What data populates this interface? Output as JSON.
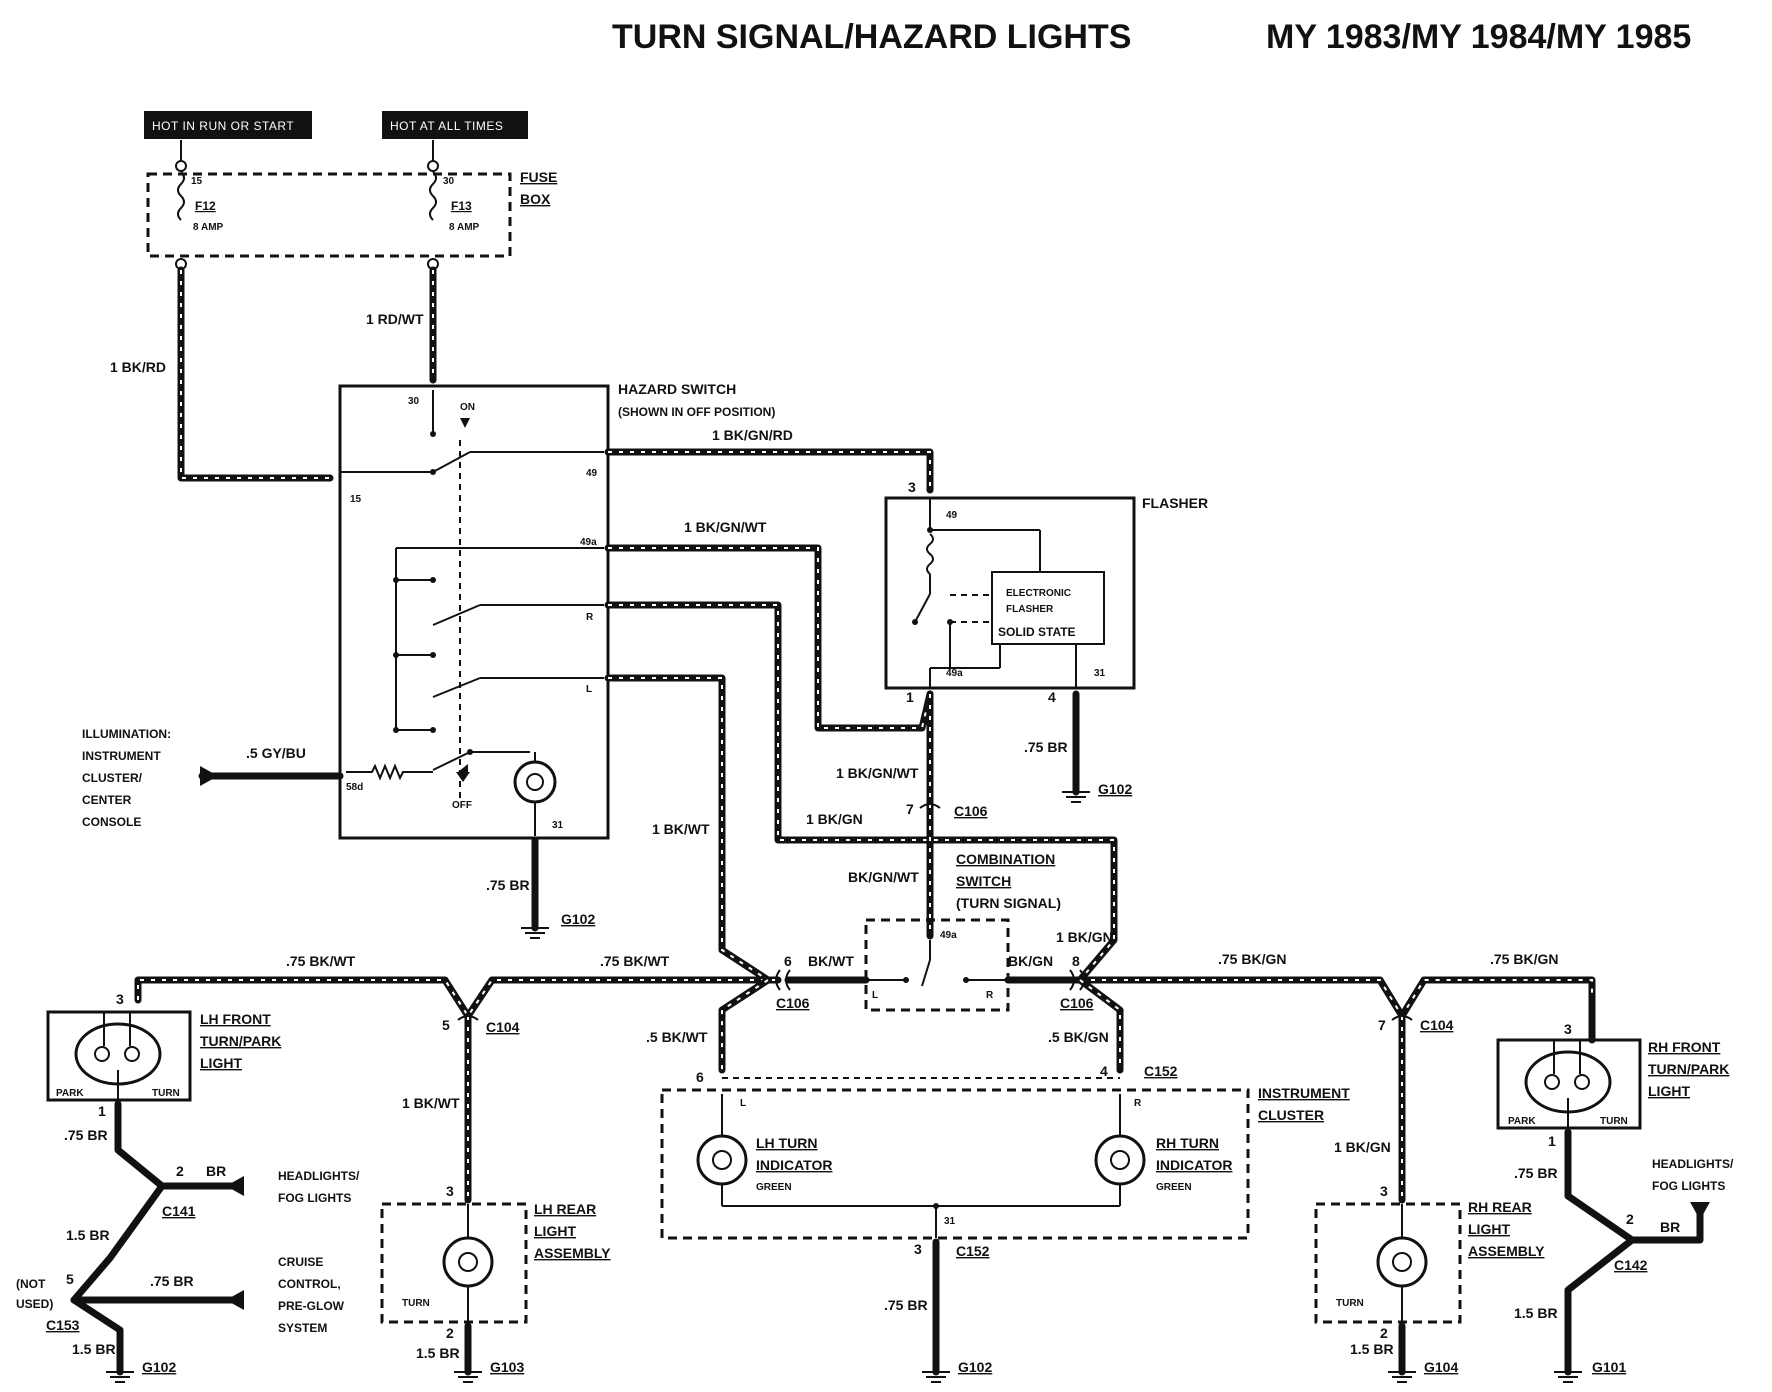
{
  "title": "TURN SIGNAL/HAZARD LIGHTS",
  "model_years": "MY 1983/MY 1984/MY 1985",
  "power": {
    "hot_run": "HOT IN RUN OR START",
    "hot_always": "HOT AT ALL TIMES"
  },
  "fuse_box": {
    "label": [
      "FUSE",
      "BOX"
    ],
    "fuses": [
      {
        "term": "15",
        "name": "F12",
        "rating": "8 AMP"
      },
      {
        "term": "30",
        "name": "F13",
        "rating": "8 AMP"
      }
    ]
  },
  "wires": {
    "bk_rd": "1 BK/RD",
    "rd_wt": "1 RD/WT",
    "bk_gn_rd": "1 BK/GN/RD",
    "bk_gn_wt": "1 BK/GN/WT",
    "bk_gn_wt_2": "1 BK/GN/WT",
    "bk_gn": "1 BK/GN",
    "bk_wt": "1 BK/WT",
    "gy_bu": ".5 GY/BU",
    "br_75_hz": ".75 BR",
    "br_75_fl": ".75 BR",
    "bk_gn_wt_3": "BK/GN/WT",
    "bk_wt_l": "BK/WT",
    "bk_gn_r": "BK/GN",
    "bk_gn_1": "1 BK/GN",
    "bk_wt_75_a": ".75 BK/WT",
    "bk_wt_75_b": ".75 BK/WT",
    "bk_gn_75_a": ".75 BK/GN",
    "bk_gn_75_b": ".75 BK/GN",
    "bk_wt_5": ".5 BK/WT",
    "bk_gn_5": ".5 BK/GN",
    "bk_wt_lhr": "1 BK/WT",
    "bk_gn_rhr": "1 BK/GN",
    "br_75_lhf": ".75 BR",
    "br_lh_hl": "BR",
    "br_15_a": "1.5 BR",
    "br_75_cc": ".75 BR",
    "br_15_b": "1.5 BR",
    "br_15_lhr": "1.5 BR",
    "br_75_ic": ".75 BR",
    "br_15_rhr": "1.5 BR",
    "br_75_rhf": ".75 BR",
    "br_rh_hl": "BR",
    "br_15_rhf": "1.5 BR"
  },
  "hazard_switch": {
    "label": "HAZARD SWITCH",
    "sublabel": "(SHOWN IN OFF POSITION)",
    "pins": {
      "t30": "30",
      "t15": "15",
      "t49": "49",
      "t49a": "49a",
      "r": "R",
      "l": "L",
      "t58d": "58d",
      "t31": "31"
    },
    "on": "ON",
    "off": "OFF"
  },
  "flasher": {
    "label": "FLASHER",
    "inner": [
      "ELECTRONIC",
      "FLASHER",
      "SOLID STATE"
    ],
    "pins": {
      "t49": "49",
      "t49a": "49a",
      "t31": "31",
      "p3": "3",
      "p1": "1",
      "p4": "4"
    }
  },
  "illumination": [
    "ILLUMINATION:",
    "INSTRUMENT",
    "CLUSTER/",
    "CENTER",
    "CONSOLE"
  ],
  "combination_switch": {
    "label": [
      "COMBINATION",
      "SWITCH",
      "(TURN SIGNAL)"
    ],
    "pins": {
      "t49a": "49a",
      "l": "L",
      "r": "R"
    }
  },
  "connectors": {
    "c106_a": "C106",
    "c106_b": "C106",
    "c106_c": "C106",
    "c104_a": "C104",
    "c104_b": "C104",
    "c152_a": "C152",
    "c152_b": "C152",
    "c141": "C141",
    "c153": "C153",
    "c142": "C142"
  },
  "pin_numbers": {
    "c106_top": "7",
    "c106_l": "6",
    "c106_r": "8",
    "c104_l": "5",
    "c104_r": "7",
    "lhf_top": "3",
    "lhf_bot": "1",
    "rhf_top": "3",
    "rhf_bot": "1",
    "lhr_top": "3",
    "lhr_bot": "2",
    "rhr_top": "3",
    "rhr_bot": "2",
    "ic_l": "6",
    "ic_r": "4",
    "ic_bot": "3",
    "c141": "2",
    "c153": "5",
    "c142": "2"
  },
  "grounds": {
    "g102_hz": "G102",
    "g102_fl": "G102",
    "g102_lh": "G102",
    "g103": "G103",
    "g102_ic": "G102",
    "g104": "G104",
    "g101": "G101"
  },
  "lh_front": {
    "label": [
      "LH FRONT",
      "TURN/PARK",
      "LIGHT"
    ],
    "park": "PARK",
    "turn": "TURN"
  },
  "rh_front": {
    "label": [
      "RH FRONT",
      "TURN/PARK",
      "LIGHT"
    ],
    "park": "PARK",
    "turn": "TURN"
  },
  "lh_rear": {
    "label": [
      "LH REAR",
      "LIGHT",
      "ASSEMBLY"
    ],
    "turn": "TURN"
  },
  "rh_rear": {
    "label": [
      "RH REAR",
      "LIGHT",
      "ASSEMBLY"
    ],
    "turn": "TURN"
  },
  "instrument_cluster": {
    "label": [
      "INSTRUMENT",
      "CLUSTER"
    ],
    "lh": [
      "LH TURN",
      "INDICATOR",
      "GREEN"
    ],
    "rh": [
      "RH TURN",
      "INDICATOR",
      "GREEN"
    ],
    "l": "L",
    "r": "R",
    "t31": "31"
  },
  "headlights_lh": [
    "HEADLIGHTS/",
    "FOG LIGHTS"
  ],
  "headlights_rh": [
    "HEADLIGHTS/",
    "FOG LIGHTS"
  ],
  "cruise": [
    "CRUISE",
    "CONTROL,",
    "PRE-GLOW",
    "SYSTEM"
  ],
  "not_used": [
    "(NOT",
    "USED)"
  ]
}
